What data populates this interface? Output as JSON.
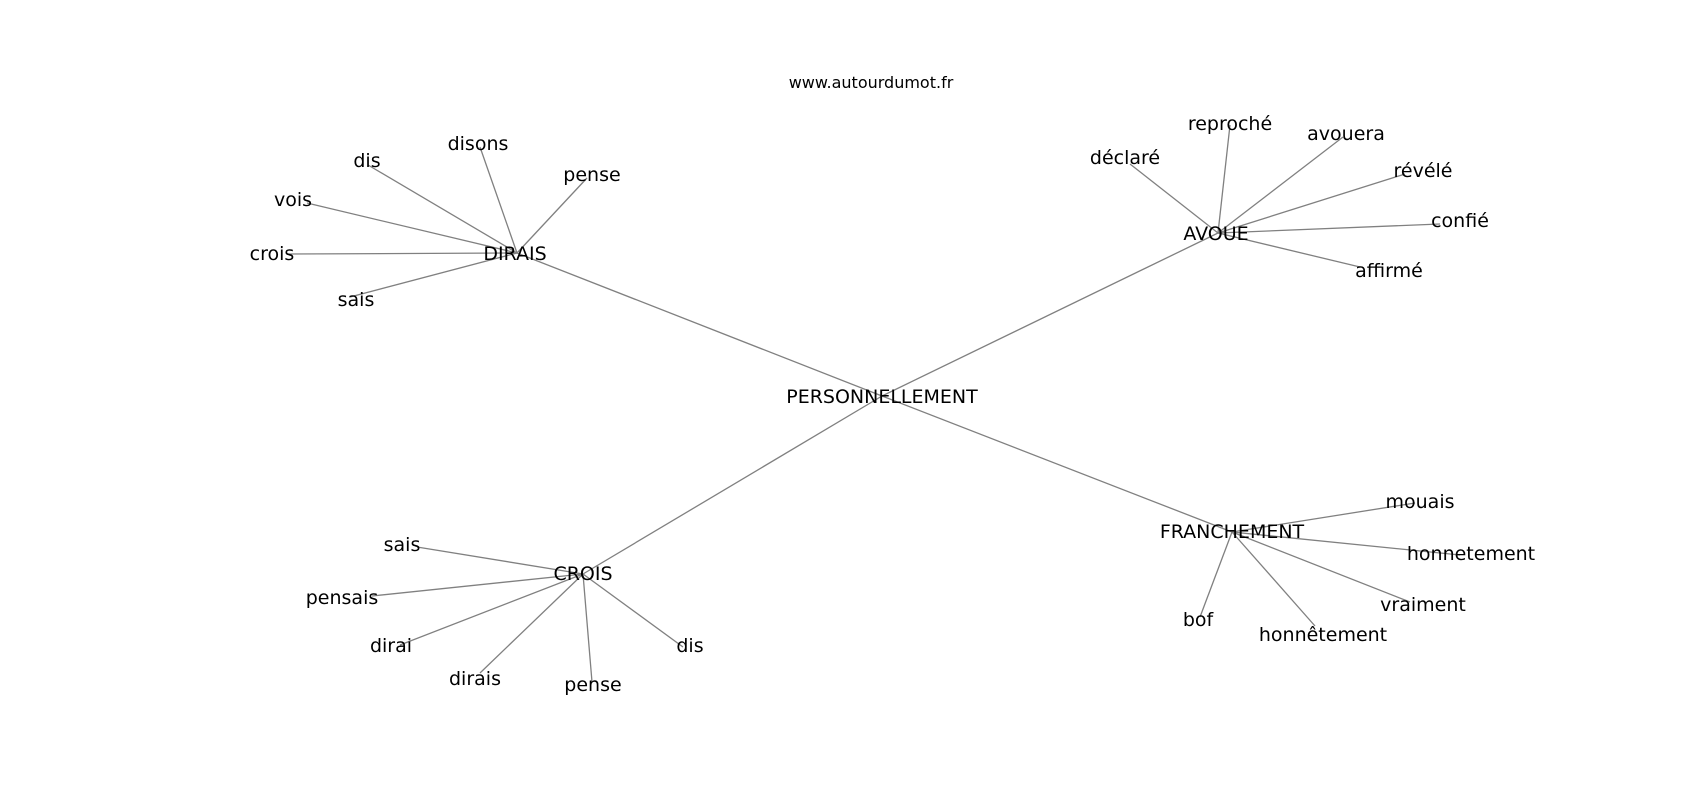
{
  "watermark": "www.autourdumot.fr",
  "colors": {
    "edge": "#808080",
    "text": "#000000",
    "background": "#ffffff"
  },
  "graph": {
    "root": "PERSONNELLEMENT",
    "hubs": [
      {
        "id": "dirais",
        "label": "DIRAIS",
        "leaves": [
          "dis",
          "disons",
          "pense",
          "vois",
          "crois",
          "sais"
        ]
      },
      {
        "id": "avoue",
        "label": "AVOUE",
        "leaves": [
          "déclaré",
          "reproché",
          "avouera",
          "révélé",
          "confié",
          "affirmé"
        ]
      },
      {
        "id": "crois",
        "label": "CROIS",
        "leaves": [
          "sais",
          "pensais",
          "dirai",
          "dirais",
          "pense",
          "dis"
        ]
      },
      {
        "id": "franchement",
        "label": "FRANCHEMENT",
        "leaves": [
          "mouais",
          "honnetement",
          "vraiment",
          "honnêtement",
          "bof"
        ]
      }
    ]
  }
}
